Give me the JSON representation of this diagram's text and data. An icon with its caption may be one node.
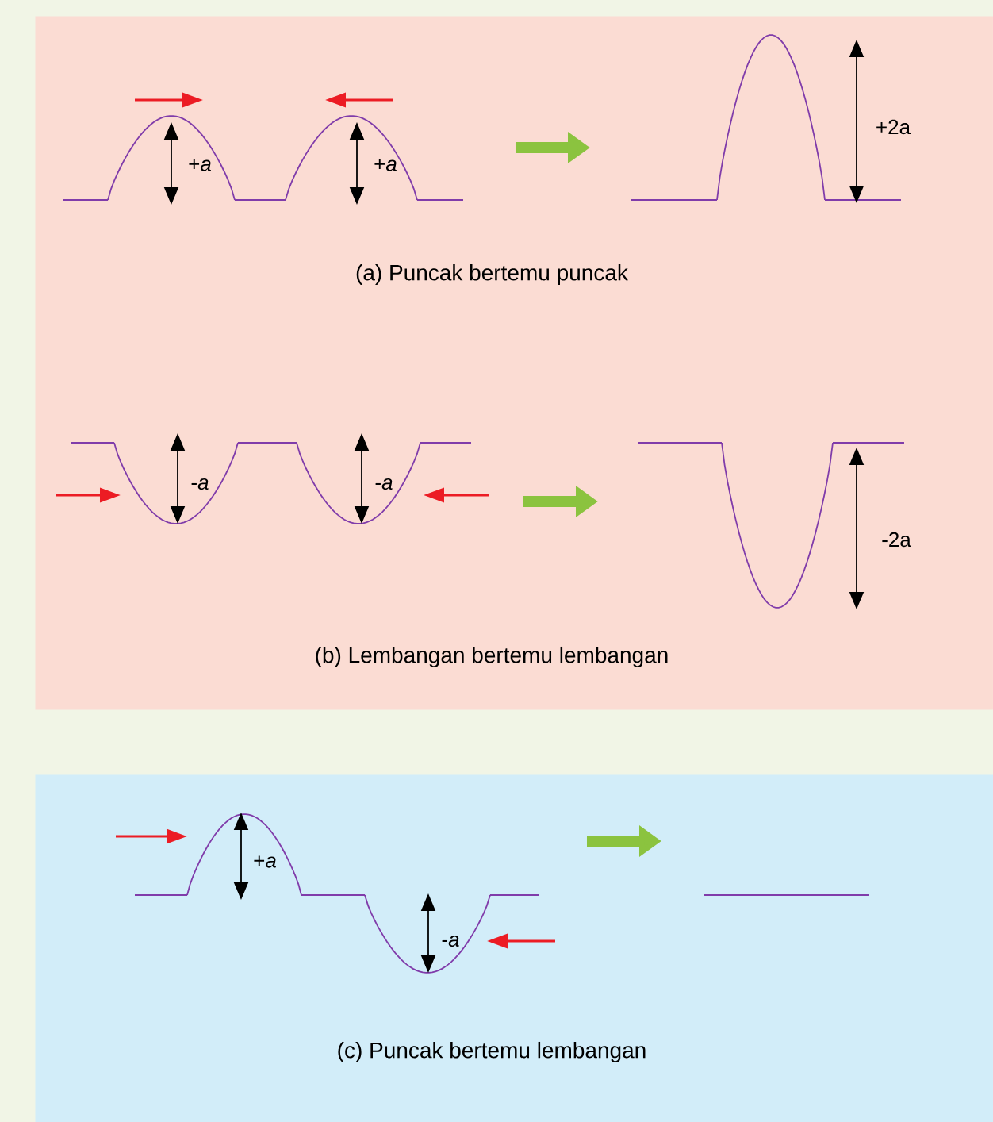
{
  "diagram": {
    "nodes": [
      {
        "text": [
          "(a) Puncak bertemu puncak",
          "(b) Lembangan bertemu lembangan"
        ]
      },
      {
        "text": [
          "(c) Puncak bertemu lembangan"
        ]
      }
    ],
    "labels": [
      "+*a*",
      "+*a*",
      "+2a",
      "-*a*",
      "-*a*",
      "-2a",
      "+*a*",
      "-*a*"
    ]
  }
}
